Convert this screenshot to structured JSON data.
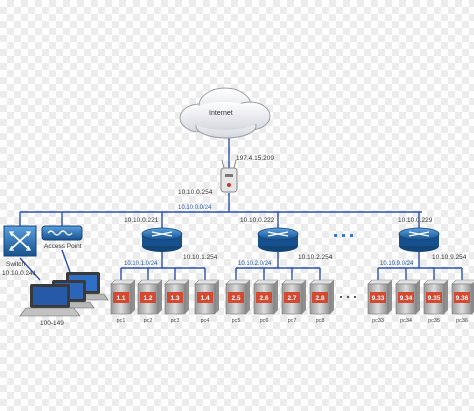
{
  "colors": {
    "link": "#2a4fb0",
    "router": "#1f5fa0",
    "server_label": "#d24a32"
  },
  "cloud": {
    "label": "Internet",
    "ip": "197.4.15.209"
  },
  "gateway": {
    "ip": "10.10.0.254"
  },
  "backbone": {
    "subnet": "10.10.0.0/24"
  },
  "switch": {
    "label": "Switch",
    "ip": "10.10.0.241"
  },
  "access_point": {
    "label": "Access Point"
  },
  "laptops": {
    "label": "100-149"
  },
  "routers": [
    {
      "wan_ip": "10.10.0.221",
      "lan_ip": "10.10.1.254",
      "subnet": "10.10.1.0/24"
    },
    {
      "wan_ip": "10.10.0.222",
      "lan_ip": "10.10.2.254",
      "subnet": "10.10.2.0/24"
    },
    {
      "wan_ip": "10.10.0.229",
      "lan_ip": "10.10.9.254",
      "subnet": "10.10.9.0/24"
    }
  ],
  "pcs": [
    {
      "id": "1.1",
      "label": "pc1"
    },
    {
      "id": "1.2",
      "label": "pc2"
    },
    {
      "id": "1.3",
      "label": "pc3"
    },
    {
      "id": "1.4",
      "label": "pc4"
    },
    {
      "id": "2.5",
      "label": "pc5"
    },
    {
      "id": "2.6",
      "label": "pc6"
    },
    {
      "id": "2.7",
      "label": "pc7"
    },
    {
      "id": "2.8",
      "label": "pc8"
    },
    {
      "id": "9.33",
      "label": "pc33"
    },
    {
      "id": "9.34",
      "label": "pc34"
    },
    {
      "id": "9.35",
      "label": "pc35"
    },
    {
      "id": "9.36",
      "label": "pc36"
    }
  ]
}
